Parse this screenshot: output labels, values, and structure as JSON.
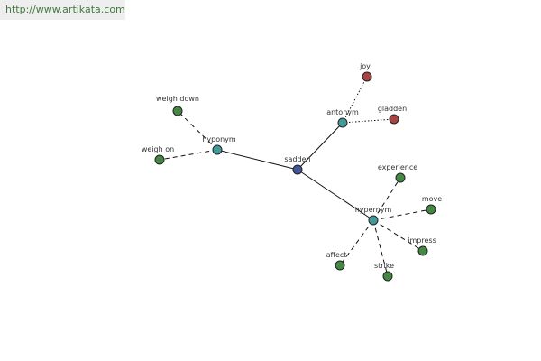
{
  "site_url": "http://www.artikata.com",
  "colors": {
    "center": "#445599",
    "relation": "#449999",
    "related": "#448844",
    "antonym_term": "#aa4444",
    "banner_bg": "#eeeeee",
    "banner_text": "#447744"
  },
  "nodes": [
    {
      "id": "sadden",
      "label": "sadden",
      "kind": "center"
    },
    {
      "id": "hyponym",
      "label": "hyponym",
      "kind": "relation"
    },
    {
      "id": "antonym",
      "label": "antonym",
      "kind": "relation"
    },
    {
      "id": "hypernym",
      "label": "hypernym",
      "kind": "relation"
    },
    {
      "id": "weigh-down",
      "label": "weigh down",
      "kind": "related"
    },
    {
      "id": "weigh-on",
      "label": "weigh on",
      "kind": "related"
    },
    {
      "id": "joy",
      "label": "joy",
      "kind": "antonym_term"
    },
    {
      "id": "gladden",
      "label": "gladden",
      "kind": "antonym_term"
    },
    {
      "id": "experience",
      "label": "experience",
      "kind": "related"
    },
    {
      "id": "move",
      "label": "move",
      "kind": "related"
    },
    {
      "id": "impress",
      "label": "impress",
      "kind": "related"
    },
    {
      "id": "strike",
      "label": "strike",
      "kind": "related"
    },
    {
      "id": "affect",
      "label": "affect",
      "kind": "related"
    }
  ],
  "edges": [
    {
      "from": "sadden",
      "to": "hyponym",
      "style": "solid"
    },
    {
      "from": "sadden",
      "to": "antonym",
      "style": "solid"
    },
    {
      "from": "sadden",
      "to": "hypernym",
      "style": "solid"
    },
    {
      "from": "hyponym",
      "to": "weigh-down",
      "style": "dashed"
    },
    {
      "from": "hyponym",
      "to": "weigh-on",
      "style": "dashed"
    },
    {
      "from": "antonym",
      "to": "joy",
      "style": "dotted"
    },
    {
      "from": "antonym",
      "to": "gladden",
      "style": "dotted"
    },
    {
      "from": "hypernym",
      "to": "experience",
      "style": "dashed"
    },
    {
      "from": "hypernym",
      "to": "move",
      "style": "dashed"
    },
    {
      "from": "hypernym",
      "to": "impress",
      "style": "dashed"
    },
    {
      "from": "hypernym",
      "to": "strike",
      "style": "dashed"
    },
    {
      "from": "hypernym",
      "to": "affect",
      "style": "dashed"
    }
  ]
}
